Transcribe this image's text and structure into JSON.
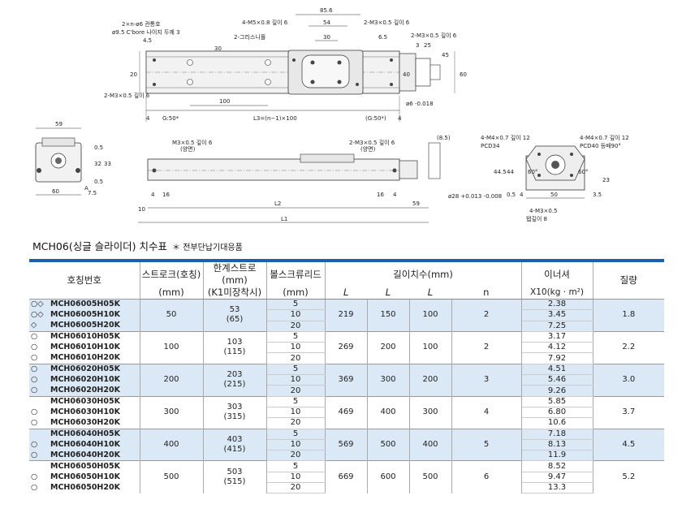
{
  "drawings": {
    "top_view": {
      "labels": [
        "2×n-ø6 관통호",
        "ø9.5 C'bore 나이지 두께 3",
        "4-M5×0.8 깊이 6",
        "2-M3×0.5 깊이 6",
        "2-M3×0.5 깊이 6",
        "2-그리스니플",
        "2-M3×0.5 깊이 6"
      ],
      "dims": [
        "85.6",
        "54",
        "30",
        "6.5",
        "25",
        "3",
        "4.5",
        "30",
        "20",
        "100",
        "40",
        "60",
        "45",
        "ø6 -0.018",
        "4",
        "G:50*",
        "L3=(n−1)×100",
        "(G:50*)",
        "4"
      ]
    },
    "end_view": {
      "dims": [
        "59",
        "0.5",
        "32",
        "33",
        "0.5",
        "60",
        "A",
        "7.5"
      ]
    },
    "side_view": {
      "labels": [
        "M3×0.5 깊이 6",
        "(양면)",
        "2-M3×0.5 깊이 6",
        "(양면)"
      ],
      "dims": [
        "(8.5)",
        "4",
        "16",
        "16",
        "4",
        "10",
        "L2",
        "59",
        "L1",
        "ø28 +0.013 -0.008"
      ]
    },
    "right_view": {
      "labels": [
        "4-M4×0.7 깊이 12",
        "PCD34",
        "4-M4×0.7 깊이 12",
        "PCD40 등배90°",
        "4-M3×0.5",
        "탭깊이 8"
      ],
      "dims": [
        "44.5",
        "44",
        "60°",
        "60°",
        "50",
        "23",
        "0.5",
        "4",
        "3.5"
      ]
    }
  },
  "title": "MCH06(싱글 슬라이더) 치수표",
  "title_note": "＊ 전부단납기대응품",
  "table": {
    "headers": {
      "model": "호칭번호",
      "stroke": "스트로크(호칭)",
      "stroke_unit": "(mm)",
      "limit": "한계스트로(mm)",
      "limit_sub": "(K1미장착시)",
      "lead": "볼스크류리드",
      "lead_unit": "(mm)",
      "dims": "길이치수(mm)",
      "L": "L",
      "L1": "L",
      "L2": "L",
      "n": "n",
      "inertia": "이너셔",
      "inertia_unit": "X10(kg · m²)",
      "mass": "질량"
    },
    "groups": [
      {
        "stroke": "50",
        "limit": "53",
        "limit_sub": "(65)",
        "L": "219",
        "L1": "150",
        "L2": "100",
        "n": "2",
        "mass": "1.8",
        "rows": [
          {
            "mark": "○◇",
            "model": "MCH06005H05K",
            "lead": "5",
            "inertia": "2.38"
          },
          {
            "mark": "○◇",
            "model": "MCH06005H10K",
            "lead": "10",
            "inertia": "3.45"
          },
          {
            "mark": "◇",
            "model": "MCH06005H20K",
            "lead": "20",
            "inertia": "7.25"
          }
        ]
      },
      {
        "stroke": "100",
        "limit": "103",
        "limit_sub": "(115)",
        "L": "269",
        "L1": "200",
        "L2": "100",
        "n": "2",
        "mass": "2.2",
        "rows": [
          {
            "mark": "○",
            "model": "MCH06010H05K",
            "lead": "5",
            "inertia": "3.17"
          },
          {
            "mark": "○",
            "model": "MCH06010H10K",
            "lead": "10",
            "inertia": "4.12"
          },
          {
            "mark": "○",
            "model": "MCH06010H20K",
            "lead": "20",
            "inertia": "7.92"
          }
        ]
      },
      {
        "stroke": "200",
        "limit": "203",
        "limit_sub": "(215)",
        "L": "369",
        "L1": "300",
        "L2": "200",
        "n": "3",
        "mass": "3.0",
        "rows": [
          {
            "mark": "○",
            "model": "MCH06020H05K",
            "lead": "5",
            "inertia": "4.51"
          },
          {
            "mark": "○",
            "model": "MCH06020H10K",
            "lead": "10",
            "inertia": "5.46"
          },
          {
            "mark": "○",
            "model": "MCH06020H20K",
            "lead": "20",
            "inertia": "9.26"
          }
        ]
      },
      {
        "stroke": "300",
        "limit": "303",
        "limit_sub": "(315)",
        "L": "469",
        "L1": "400",
        "L2": "300",
        "n": "4",
        "mass": "3.7",
        "rows": [
          {
            "mark": "",
            "model": "MCH06030H05K",
            "lead": "5",
            "inertia": "5.85"
          },
          {
            "mark": "○",
            "model": "MCH06030H10K",
            "lead": "10",
            "inertia": "6.80"
          },
          {
            "mark": "○",
            "model": "MCH06030H20K",
            "lead": "20",
            "inertia": "10.6"
          }
        ]
      },
      {
        "stroke": "400",
        "limit": "403",
        "limit_sub": "(415)",
        "L": "569",
        "L1": "500",
        "L2": "400",
        "n": "5",
        "mass": "4.5",
        "rows": [
          {
            "mark": "",
            "model": "MCH06040H05K",
            "lead": "5",
            "inertia": "7.18"
          },
          {
            "mark": "○",
            "model": "MCH06040H10K",
            "lead": "10",
            "inertia": "8.13"
          },
          {
            "mark": "○",
            "model": "MCH06040H20K",
            "lead": "20",
            "inertia": "11.9"
          }
        ]
      },
      {
        "stroke": "500",
        "limit": "503",
        "limit_sub": "(515)",
        "L": "669",
        "L1": "600",
        "L2": "500",
        "n": "6",
        "mass": "5.2",
        "rows": [
          {
            "mark": "",
            "model": "MCH06050H05K",
            "lead": "5",
            "inertia": "8.52"
          },
          {
            "mark": "○",
            "model": "MCH06050H10K",
            "lead": "10",
            "inertia": "9.47"
          },
          {
            "mark": "○",
            "model": "MCH06050H20K",
            "lead": "20",
            "inertia": "13.3"
          }
        ]
      }
    ]
  },
  "colors": {
    "accent": "#1d5fa8",
    "shade": "#dbe9f6",
    "drawing_fill": "#f2f2f2"
  }
}
